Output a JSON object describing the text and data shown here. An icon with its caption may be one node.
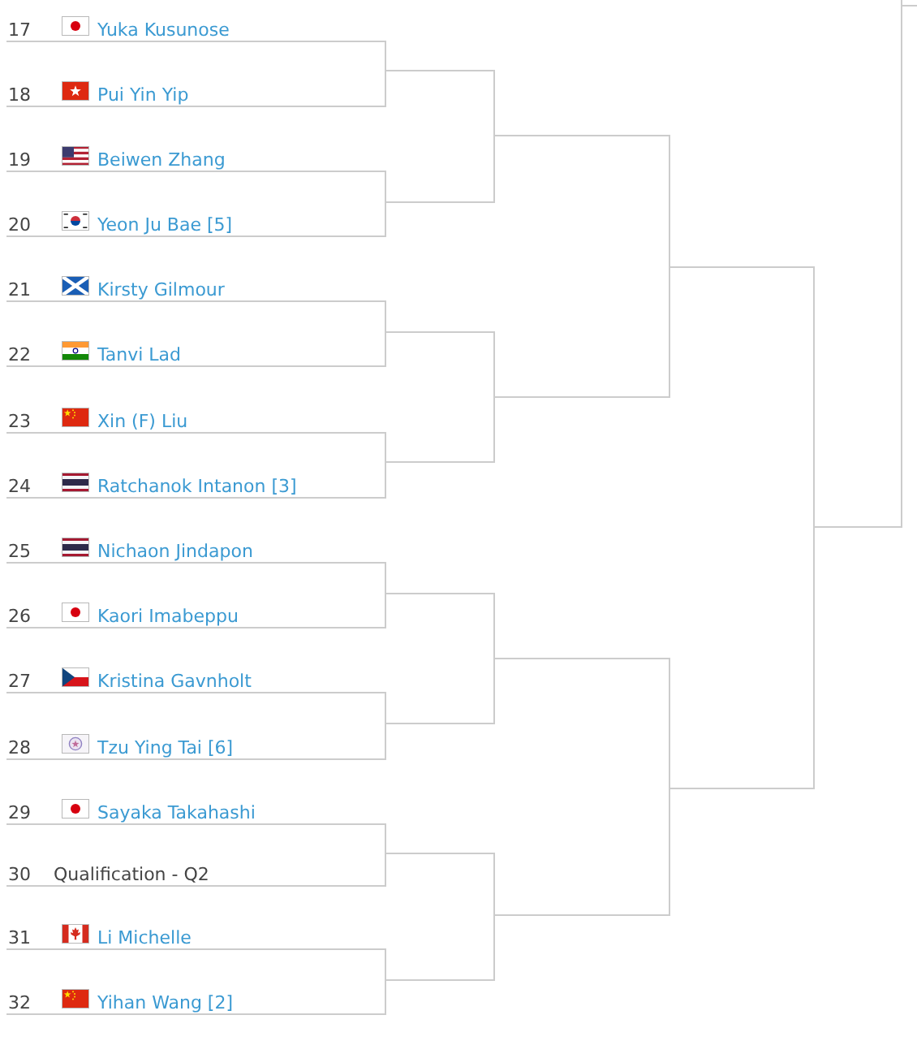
{
  "diagram": {
    "nodes": [
      {
        "text": [
          "17",
          "Yuka Kusunose"
        ]
      },
      {
        "text": [
          "18",
          "Pui Yin Yip"
        ]
      },
      {
        "text": [
          "19",
          "Beiwen Zhang"
        ]
      },
      {
        "text": [
          "20",
          "Yeon Ju Bae [5]"
        ]
      },
      {
        "text": [
          "21",
          "Kirsty Gilmour"
        ]
      },
      {
        "text": [
          "22",
          "Tanvi Lad"
        ]
      },
      {
        "text": [
          "23",
          "Xin (F) Liu"
        ]
      },
      {
        "text": [
          "24",
          "Ratchanok Intanon [3]"
        ]
      },
      {
        "text": [
          "25",
          "Nichaon Jindapon"
        ]
      },
      {
        "text": [
          "26",
          "Kaori Imabeppu"
        ]
      },
      {
        "text": [
          "27",
          "Kristina Gavnholt"
        ]
      },
      {
        "text": [
          "28",
          "Tzu Ying Tai [6]"
        ]
      },
      {
        "text": [
          "29",
          "Sayaka Takahashi"
        ]
      },
      {
        "text": [
          "30",
          "Qualification - Q2"
        ]
      },
      {
        "text": [
          "31",
          "Li Michelle"
        ]
      },
      {
        "text": [
          "32",
          "Yihan Wang [2]"
        ]
      },
      {
        "text": [],
        "shape": "line"
      },
      {
        "text": [],
        "shape": "line"
      },
      {
        "text": [],
        "shape": "line"
      },
      {
        "text": [],
        "shape": "line"
      },
      {
        "text": [],
        "shape": "line"
      },
      {
        "text": [],
        "shape": "line"
      },
      {
        "text": [],
        "shape": "line"
      },
      {
        "text": [],
        "shape": "line"
      },
      {
        "text": [],
        "shape": "line"
      },
      {
        "text": [],
        "shape": "line"
      },
      {
        "text": [],
        "shape": "line"
      },
      {
        "text": [],
        "shape": "line"
      },
      {
        "text": [],
        "shape": "line"
      },
      {
        "text": [],
        "shape": "line"
      },
      {
        "text": [],
        "shape": "line"
      },
      {
        "text": [],
        "shape": "line"
      }
    ],
    "edges": [
      {
        "from": 0,
        "to": 16,
        "arrow": "none"
      },
      {
        "from": 1,
        "to": 16,
        "arrow": "none"
      },
      {
        "from": 2,
        "to": 17,
        "arrow": "none"
      },
      {
        "from": 3,
        "to": 17,
        "arrow": "none"
      },
      {
        "from": 4,
        "to": 18,
        "arrow": "none"
      },
      {
        "from": 5,
        "to": 18,
        "arrow": "none"
      },
      {
        "from": 6,
        "to": 19,
        "arrow": "none"
      },
      {
        "from": 7,
        "to": 19,
        "arrow": "none"
      },
      {
        "from": 8,
        "to": 20,
        "arrow": "none"
      },
      {
        "from": 9,
        "to": 20,
        "arrow": "none"
      },
      {
        "from": 10,
        "to": 21,
        "arrow": "none"
      },
      {
        "from": 11,
        "to": 21,
        "arrow": "none"
      },
      {
        "from": 12,
        "to": 22,
        "arrow": "none"
      },
      {
        "from": 13,
        "to": 22,
        "arrow": "none"
      },
      {
        "from": 14,
        "to": 23,
        "arrow": "none"
      },
      {
        "from": 15,
        "to": 23,
        "arrow": "none"
      },
      {
        "from": 16,
        "to": 24,
        "arrow": "none"
      },
      {
        "from": 17,
        "to": 24,
        "arrow": "none"
      },
      {
        "from": 18,
        "to": 25,
        "arrow": "none"
      },
      {
        "from": 19,
        "to": 25,
        "arrow": "none"
      },
      {
        "from": 20,
        "to": 26,
        "arrow": "none"
      },
      {
        "from": 21,
        "to": 26,
        "arrow": "none"
      },
      {
        "from": 22,
        "to": 27,
        "arrow": "none"
      },
      {
        "from": 23,
        "to": 27,
        "arrow": "none"
      },
      {
        "from": 24,
        "to": 28,
        "arrow": "none"
      },
      {
        "from": 25,
        "to": 28,
        "arrow": "none"
      },
      {
        "from": 26,
        "to": 29,
        "arrow": "none"
      },
      {
        "from": 27,
        "to": 29,
        "arrow": "none"
      },
      {
        "from": 28,
        "to": 30,
        "arrow": "none"
      },
      {
        "from": 29,
        "to": 30,
        "arrow": "none"
      },
      {
        "from": 30,
        "to": 31,
        "arrow": "none"
      },
      {
        "from": null,
        "to": 31,
        "arrow": "none"
      }
    ]
  }
}
